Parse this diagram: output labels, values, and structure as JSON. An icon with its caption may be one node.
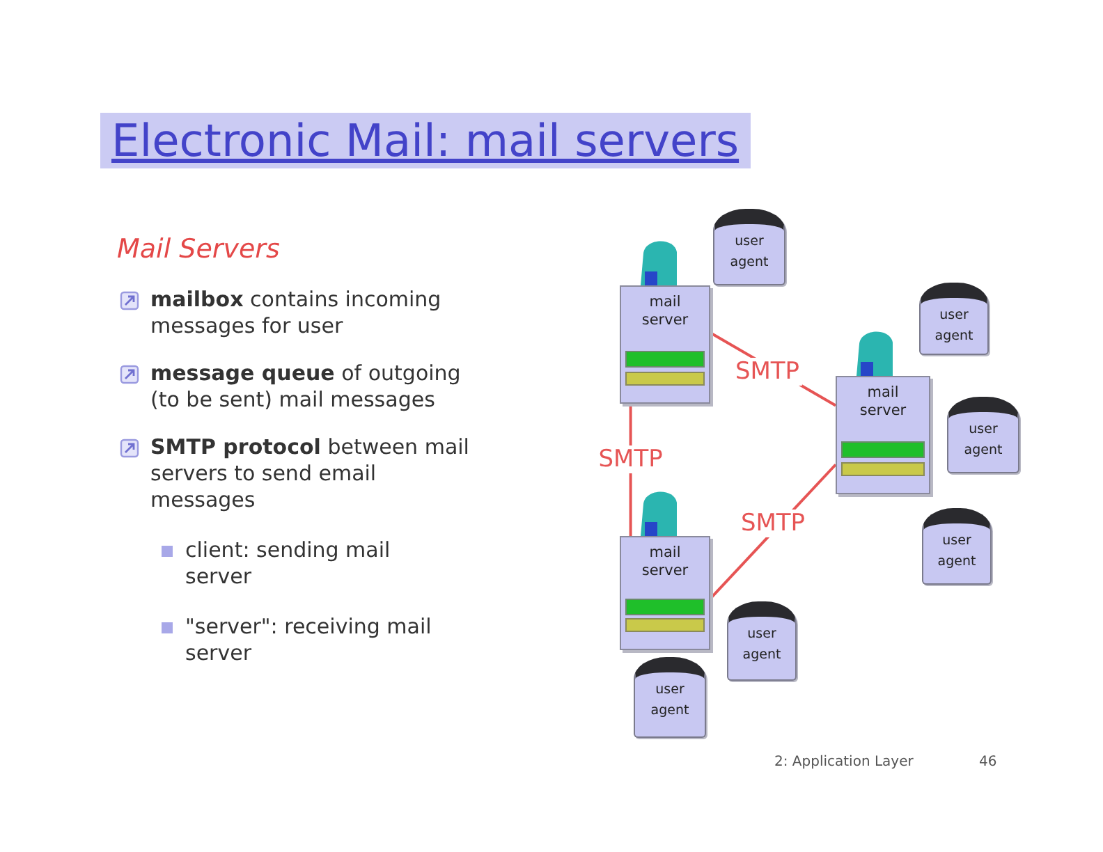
{
  "diagram": {
    "title": "Electronic Mail: mail servers",
    "nodes": [
      {
        "text": [
          "user agent"
        ]
      },
      {
        "text": [
          "mail server"
        ]
      },
      {
        "text": [
          "user agent"
        ]
      },
      {
        "text": [
          "mail server"
        ]
      },
      {
        "text": [
          "user agent"
        ]
      },
      {
        "text": [
          "mail server"
        ]
      },
      {
        "text": [
          "user agent"
        ]
      },
      {
        "text": [
          "user agent"
        ]
      },
      {
        "text": [
          "user agent"
        ]
      }
    ],
    "edges": [
      {
        "from": 1,
        "to": 3,
        "arrow": "none",
        "label": "SMTP"
      },
      {
        "from": 1,
        "to": 5,
        "arrow": "none",
        "label": "SMTP"
      },
      {
        "from": 5,
        "to": 3,
        "arrow": "none",
        "label": "SMTP"
      }
    ],
    "labels": [
      "Mail Servers",
      "**mailbox** contains incoming messages for user",
      "**message queue** of outgoing (to be sent) mail messages",
      "**SMTP protocol** between mail servers to send email messages",
      "client: sending mail server",
      "\"server\": receiving mail server",
      "2: Application Layer",
      "46"
    ]
  }
}
